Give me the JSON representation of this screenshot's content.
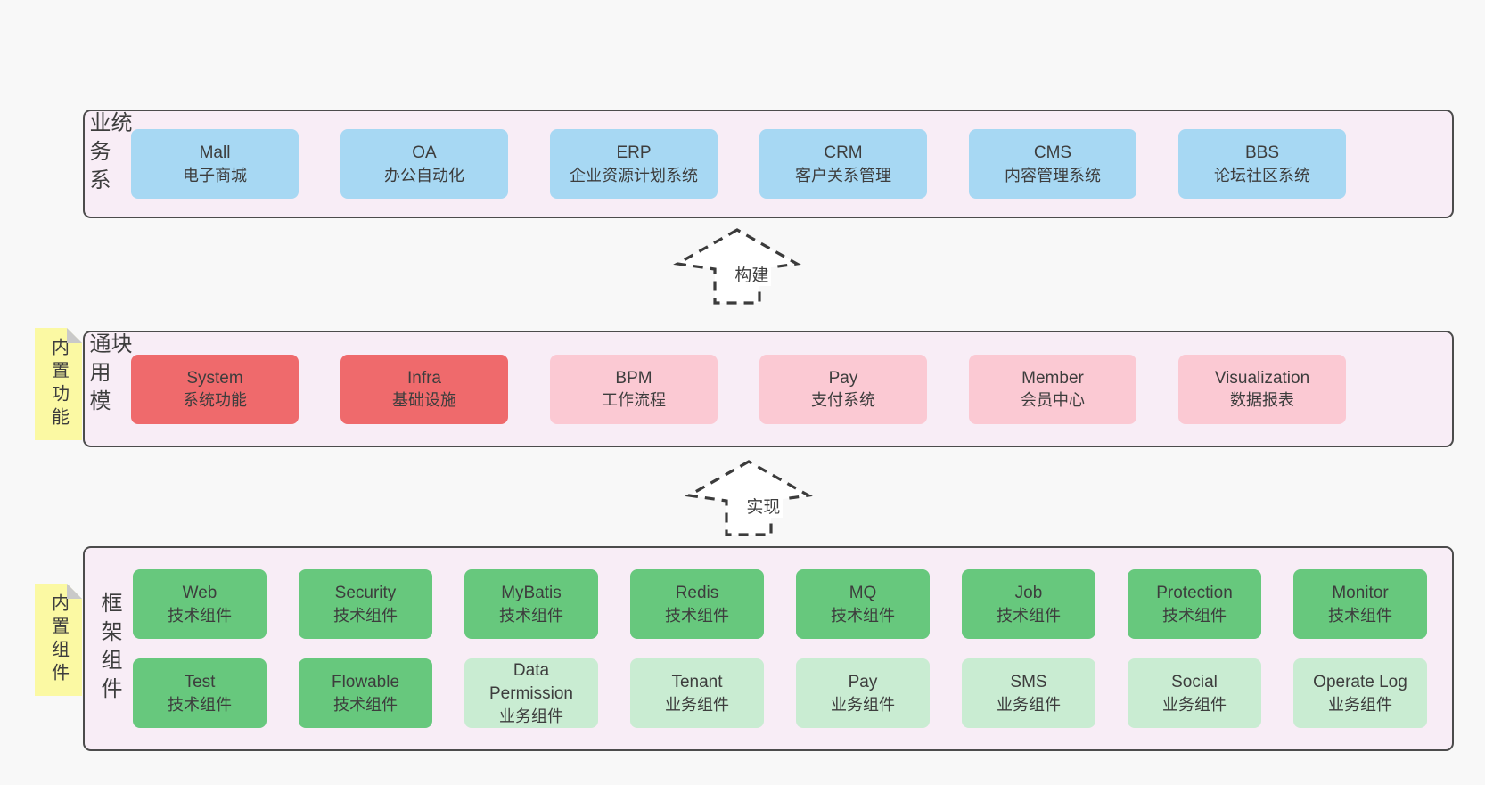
{
  "colors": {
    "blue": "#a7d8f3",
    "red": "#ef6a6c",
    "pink": "#fbc9d3",
    "green": "#67c87d",
    "lightgreen": "#c9ecd2",
    "page_bg": "#f8f8f8",
    "container_bg": "#f8edf6",
    "container_border": "#4c4c4c",
    "note_bg": "#fbf9a3",
    "note_fold": "#c9c9c9",
    "text": "#3d3d3d",
    "arrow_stroke": "#3b3b3b"
  },
  "sections": [
    {
      "id": "business-systems",
      "label": "业务系统",
      "rows": [
        [
          {
            "en": "Mall",
            "zh": "电子商城",
            "type": "blue"
          },
          {
            "en": "OA",
            "zh": "办公自动化",
            "type": "blue"
          },
          {
            "en": "ERP",
            "zh": "企业资源计划系统",
            "type": "blue"
          },
          {
            "en": "CRM",
            "zh": "客户关系管理",
            "type": "blue"
          },
          {
            "en": "CMS",
            "zh": "内容管理系统",
            "type": "blue"
          },
          {
            "en": "BBS",
            "zh": "论坛社区系统",
            "type": "blue"
          }
        ]
      ]
    },
    {
      "id": "common-modules",
      "label": "通用模块",
      "note": "内置功能",
      "rows": [
        [
          {
            "en": "System",
            "zh": "系统功能",
            "type": "red"
          },
          {
            "en": "Infra",
            "zh": "基础设施",
            "type": "red"
          },
          {
            "en": "BPM",
            "zh": "工作流程",
            "type": "pink"
          },
          {
            "en": "Pay",
            "zh": "支付系统",
            "type": "pink"
          },
          {
            "en": "Member",
            "zh": "会员中心",
            "type": "pink"
          },
          {
            "en": "Visualization",
            "zh": "数据报表",
            "type": "pink"
          }
        ]
      ]
    },
    {
      "id": "framework-components",
      "label": "框架组件",
      "note": "内置组件",
      "rows": [
        [
          {
            "en": "Web",
            "zh": "技术组件",
            "type": "green"
          },
          {
            "en": "Security",
            "zh": "技术组件",
            "type": "green"
          },
          {
            "en": "MyBatis",
            "zh": "技术组件",
            "type": "green"
          },
          {
            "en": "Redis",
            "zh": "技术组件",
            "type": "green"
          },
          {
            "en": "MQ",
            "zh": "技术组件",
            "type": "green"
          },
          {
            "en": "Job",
            "zh": "技术组件",
            "type": "green"
          },
          {
            "en": "Protection",
            "zh": "技术组件",
            "type": "green"
          },
          {
            "en": "Monitor",
            "zh": "技术组件",
            "type": "green"
          }
        ],
        [
          {
            "en": "Test",
            "zh": "技术组件",
            "type": "green"
          },
          {
            "en": "Flowable",
            "zh": "技术组件",
            "type": "green"
          },
          {
            "en": "Data Permission",
            "zh": "业务组件",
            "type": "lightgreen"
          },
          {
            "en": "Tenant",
            "zh": "业务组件",
            "type": "lightgreen"
          },
          {
            "en": "Pay",
            "zh": "业务组件",
            "type": "lightgreen"
          },
          {
            "en": "SMS",
            "zh": "业务组件",
            "type": "lightgreen"
          },
          {
            "en": "Social",
            "zh": "业务组件",
            "type": "lightgreen"
          },
          {
            "en": "Operate Log",
            "zh": "业务组件",
            "type": "lightgreen"
          }
        ]
      ]
    }
  ],
  "arrows": [
    {
      "label": "构建"
    },
    {
      "label": "实现"
    }
  ]
}
